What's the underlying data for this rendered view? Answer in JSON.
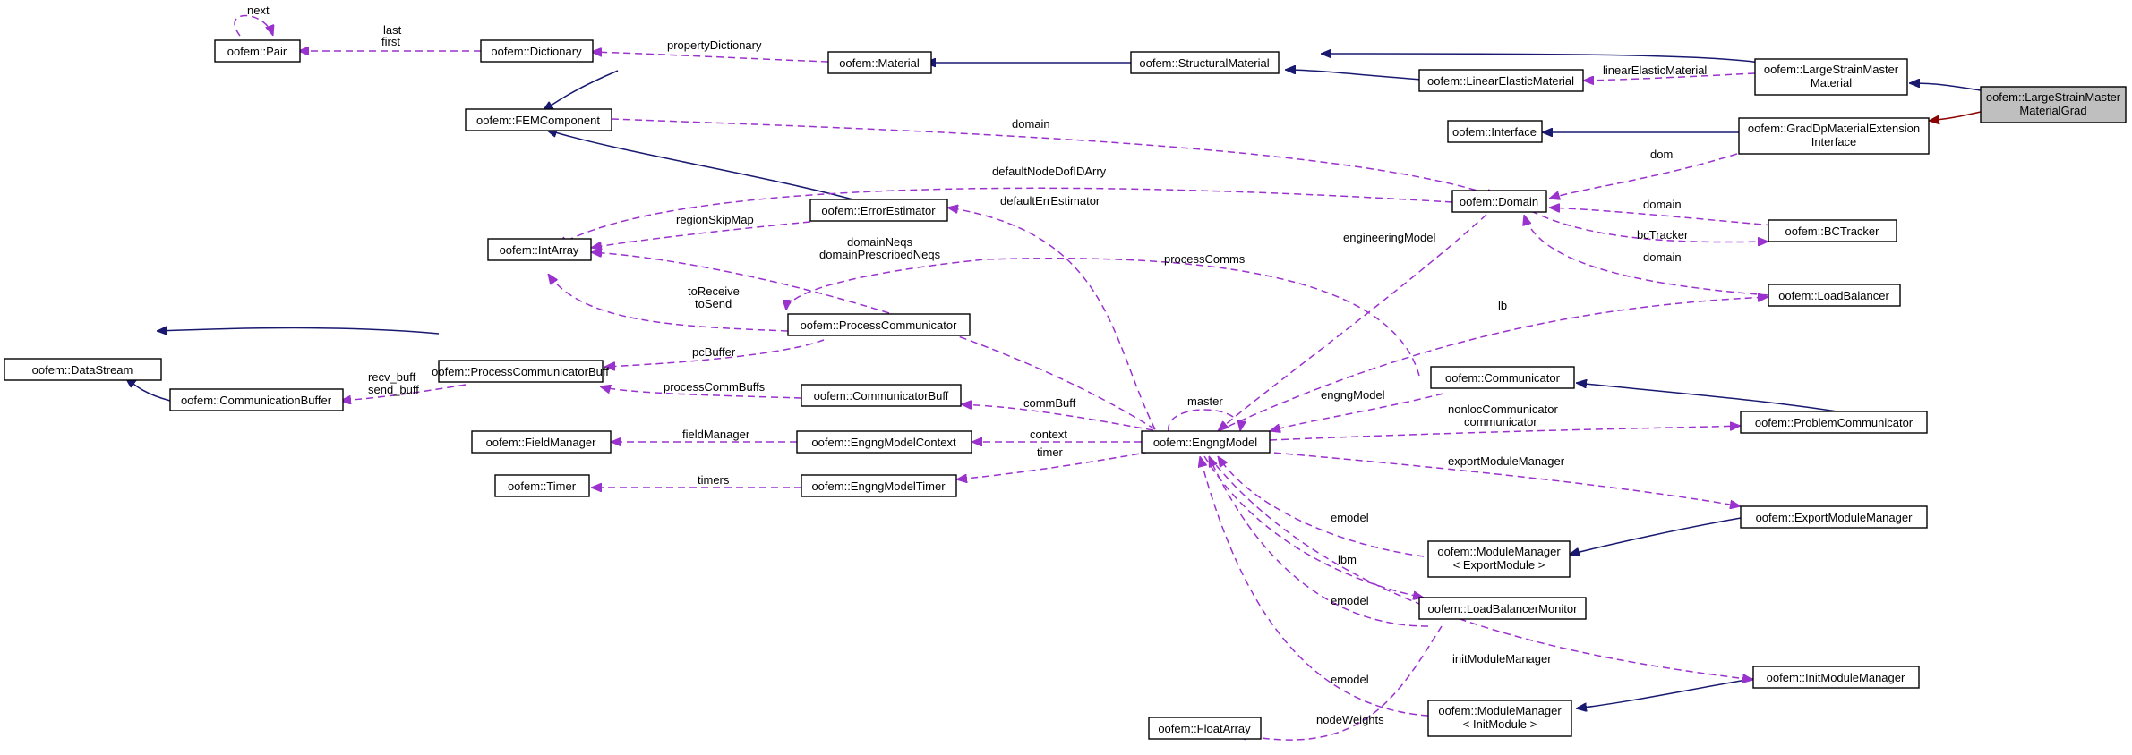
{
  "colors": {
    "inheritance": "#191970",
    "inheritance_alt": "#8b0000",
    "usage": "#9a32cd",
    "focus_fill": "#bfbfbf"
  },
  "nodes": {
    "pair": "oofem::Pair",
    "dictionary": "oofem::Dictionary",
    "material": "oofem::Material",
    "structural_material": "oofem::StructuralMaterial",
    "large_strain_master_material": [
      "oofem::LargeStrainMaster",
      "Material"
    ],
    "large_strain_master_material_grad": [
      "oofem::LargeStrainMaster",
      "MaterialGrad"
    ],
    "fem_component": "oofem::FEMComponent",
    "linear_elastic_material": "oofem::LinearElasticMaterial",
    "interface": "oofem::Interface",
    "grad_dp_interface": [
      "oofem::GradDpMaterialExtension",
      "Interface"
    ],
    "domain": "oofem::Domain",
    "error_estimator": "oofem::ErrorEstimator",
    "int_array": "oofem::IntArray",
    "bc_tracker": "oofem::BCTracker",
    "load_balancer": "oofem::LoadBalancer",
    "process_communicator": "oofem::ProcessCommunicator",
    "data_stream": "oofem::DataStream",
    "process_communicator_buff": "oofem::ProcessCommunicatorBuff",
    "communication_buffer": "oofem::CommunicationBuffer",
    "communicator": "oofem::Communicator",
    "communicator_buff": "oofem::CommunicatorBuff",
    "engng_model": "oofem::EngngModel",
    "problem_communicator": "oofem::ProblemCommunicator",
    "field_manager": "oofem::FieldManager",
    "engng_model_context": "oofem::EngngModelContext",
    "timer": "oofem::Timer",
    "engng_model_timer": "oofem::EngngModelTimer",
    "export_module_manager": "oofem::ExportModuleManager",
    "module_manager_export": [
      "oofem::ModuleManager",
      "< ExportModule >"
    ],
    "load_balancer_monitor": "oofem::LoadBalancerMonitor",
    "init_module_manager": "oofem::InitModuleManager",
    "module_manager_init": [
      "oofem::ModuleManager",
      "< InitModule >"
    ],
    "float_array": "oofem::FloatArray"
  },
  "labels": {
    "next": "next",
    "last_first": [
      "last",
      "first"
    ],
    "property_dictionary": "propertyDictionary",
    "linear_elastic_material": "linearElasticMaterial",
    "domain_fem": "domain",
    "dom": "dom",
    "default_node_dof": "defaultNodeDofIDArry",
    "region_skip_map": "regionSkipMap",
    "default_err_estimator": "defaultErrEstimator",
    "domain_bc": "domain",
    "bc_tracker": "bcTracker",
    "domain_lb": "domain",
    "domain_neqs": [
      "domainNeqs",
      "domainPrescribedNeqs"
    ],
    "process_comms": "processComms",
    "engineering_model": "engineeringModel",
    "to_receive_send": [
      "toReceive",
      "toSend"
    ],
    "lb": "lb",
    "pc_buffer": "pcBuffer",
    "recv_send_buff": [
      "recv_buff",
      "send_buff"
    ],
    "process_comm_buffs": "processCommBuffs",
    "comm_buff": "commBuff",
    "master": "master",
    "engng_model": "engngModel",
    "nonloc_comm": [
      "nonlocCommunicator",
      "communicator"
    ],
    "field_manager": "fieldManager",
    "context": "context",
    "timer": "timer",
    "timers": "timers",
    "export_module_manager": "exportModuleManager",
    "emodel_1": "emodel",
    "lbm": "lbm",
    "emodel_2": "emodel",
    "init_module_manager": "initModuleManager",
    "emodel_3": "emodel",
    "node_weights": "nodeWeights"
  }
}
